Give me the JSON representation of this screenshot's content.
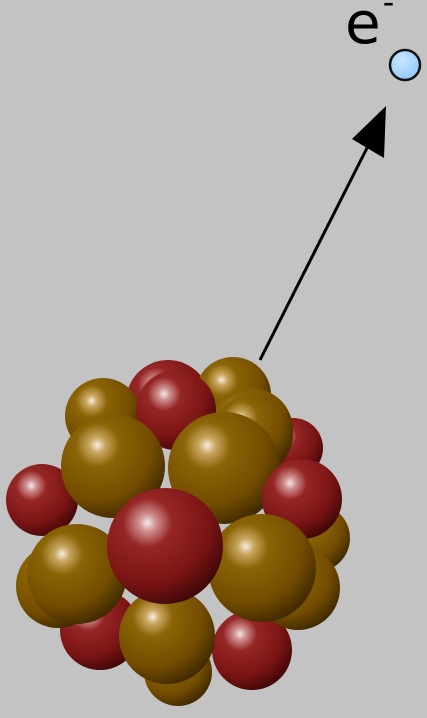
{
  "electron": {
    "symbol": "e",
    "charge": "-"
  },
  "colors": {
    "background": "#c3c3c3",
    "electron_fill": "#9fd0ff",
    "proton_red": "#7a1414",
    "neutron_gold": "#7a5200",
    "arrow": "#000000"
  },
  "icons": {
    "nucleus": "nucleus-cluster",
    "electron": "electron-dot",
    "arrow": "emission-arrow"
  }
}
